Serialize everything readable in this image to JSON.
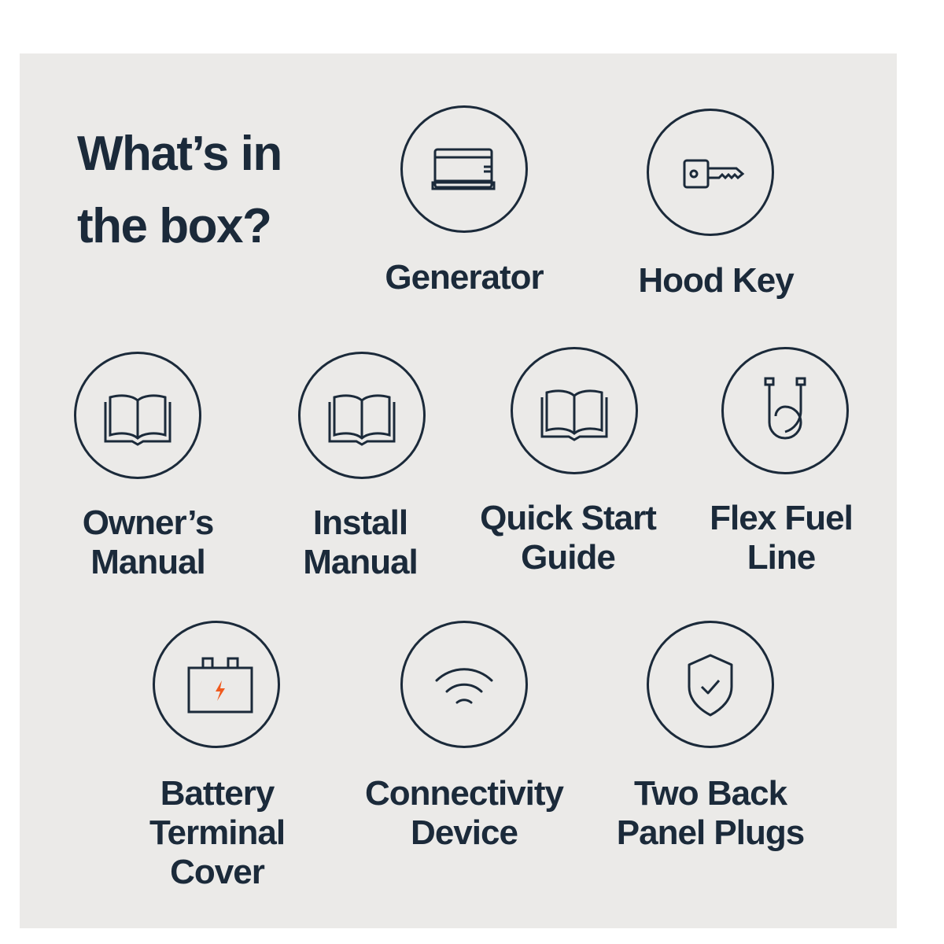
{
  "title": {
    "line1": "What’s in",
    "line2": "the box?"
  },
  "colors": {
    "text": "#1b2a3a",
    "panel": "#ebeae8",
    "accent": "#f05a1e"
  },
  "items": [
    {
      "icon": "generator-icon",
      "lines": [
        "Generator"
      ]
    },
    {
      "icon": "key-icon",
      "lines": [
        "Hood Key"
      ]
    },
    {
      "icon": "book-icon",
      "lines": [
        "Owner’s",
        "Manual"
      ]
    },
    {
      "icon": "book-icon",
      "lines": [
        "Install",
        "Manual"
      ]
    },
    {
      "icon": "book-icon",
      "lines": [
        "Quick Start",
        "Guide"
      ]
    },
    {
      "icon": "fuel-line-icon",
      "lines": [
        "Flex Fuel",
        "Line"
      ]
    },
    {
      "icon": "battery-icon",
      "lines": [
        "Battery",
        "Terminal",
        "Cover"
      ]
    },
    {
      "icon": "wifi-icon",
      "lines": [
        "Connectivity",
        "Device"
      ]
    },
    {
      "icon": "shield-check-icon",
      "lines": [
        "Two Back",
        "Panel Plugs"
      ]
    }
  ]
}
